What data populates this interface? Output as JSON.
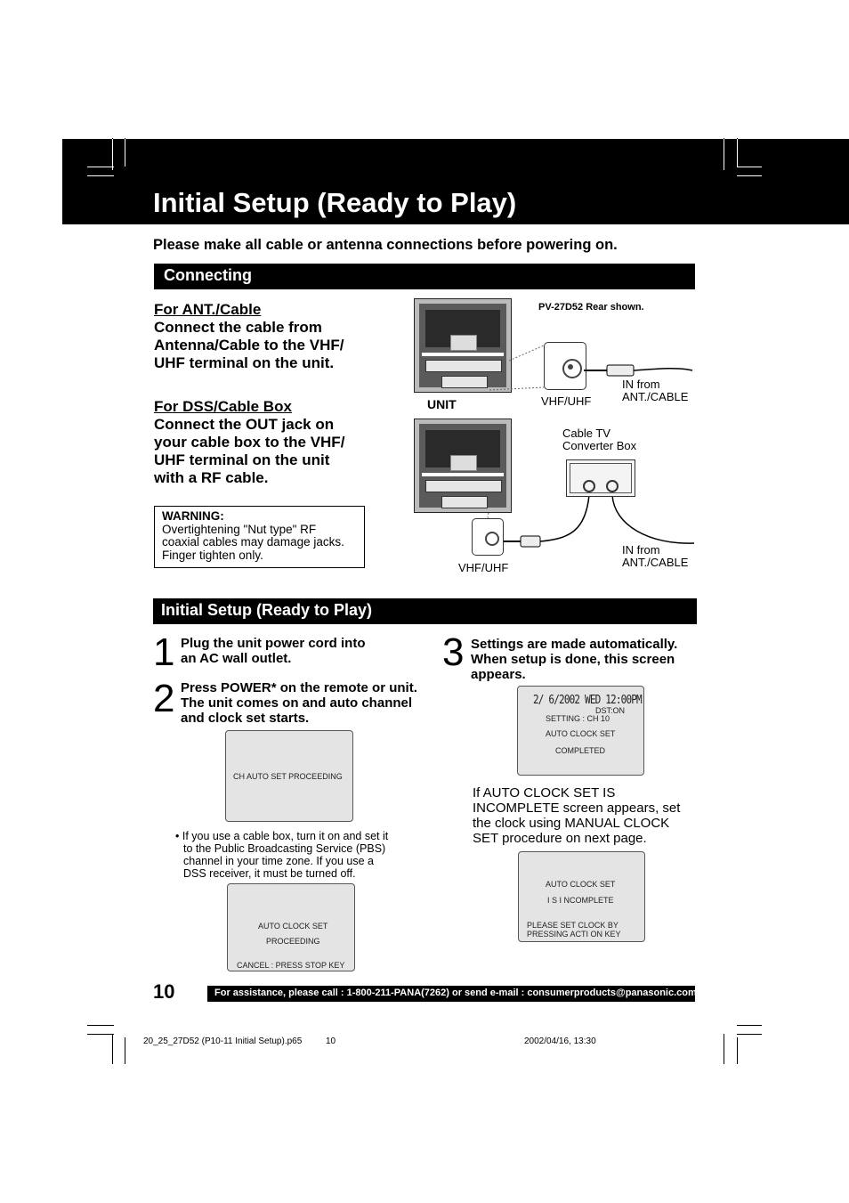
{
  "header": {
    "title": "Initial Setup (Ready to Play)"
  },
  "intro": "Please make all cable or antenna connections before powering on.",
  "connecting": {
    "heading": "Connecting",
    "ant_heading": "For ANT./Cable",
    "ant_lines": [
      "Connect the cable from",
      "Antenna/Cable to the VHF/",
      "UHF terminal on the unit."
    ],
    "dss_heading": "For DSS/Cable Box",
    "dss_lines": [
      "Connect the OUT jack on",
      "your cable box to the VHF/",
      "UHF terminal on the unit",
      "with a RF cable."
    ],
    "warning_title": "WARNING:",
    "warning_lines": [
      "Overtightening \"Nut type\" RF",
      "coaxial cables may damage jacks.",
      "Finger tighten only."
    ]
  },
  "diagram": {
    "model_note": "PV-27D52  Rear  shown.",
    "unit_label": "UNIT",
    "vhf_label_1": "VHF/UHF",
    "vhf_label_2": "VHF/UHF",
    "in_from_1a": "IN from",
    "in_from_1b": "ANT./CABLE",
    "in_from_2a": "IN from",
    "in_from_2b": "ANT./CABLE",
    "converter_a": "Cable TV",
    "converter_b": "Converter  Box"
  },
  "setup": {
    "heading": "Initial Setup (Ready to Play)",
    "step1_num": "1",
    "step1_lines": [
      "Plug the unit power cord into",
      "an AC wall outlet."
    ],
    "step2_num": "2",
    "step2_lines": [
      "Press POWER* on the remote or unit.",
      "The unit comes on and auto channel",
      "and clock set starts."
    ],
    "step3_num": "3",
    "step3_lines": [
      "Settings are made automatically.",
      "When setup is done, this screen",
      "appears."
    ],
    "screen1": "CH AUTO SET PROCEEDING",
    "note_lines": [
      "• If you use a cable box, turn it on and set it",
      "to the Public Broadcasting Service (PBS)",
      "channel in your time zone.  If you use a",
      "DSS receiver, it must be turned off."
    ],
    "screen2_line1": "AUTO CLOCK SET",
    "screen2_line2": "PROCEEDING",
    "screen2_line3": "CANCEL : PRESS STOP KEY",
    "screen3_date": "2/ 6/2002 WED 12:00PM",
    "screen3_dst": "DST:ON",
    "screen3_setting": "SETTING  :  CH  10",
    "screen3_auto": "AUTO  CLOCK   SET",
    "screen3_completed": "COMPLETED",
    "incomplete_lines": [
      "If AUTO CLOCK SET IS",
      "INCOMPLETE screen appears, set",
      "the clock using MANUAL CLOCK",
      "SET procedure on next page."
    ],
    "screen4_line1": "AUTO  CLOCK   SET",
    "screen4_line2": "I S   I NCOMPLETE",
    "screen4_line3": "PLEASE SET  CLOCK BY",
    "screen4_line4": "PRESSING ACTI ON KEY"
  },
  "footer": {
    "page_number": "10",
    "assistance": "For assistance, please call : 1-800-211-PANA(7262) or send e-mail : consumerproducts@panasonic.com",
    "file_name": "20_25_27D52 (P10-11 Initial Setup).p65",
    "file_page": "10",
    "timestamp": "2002/04/16, 13:30"
  }
}
